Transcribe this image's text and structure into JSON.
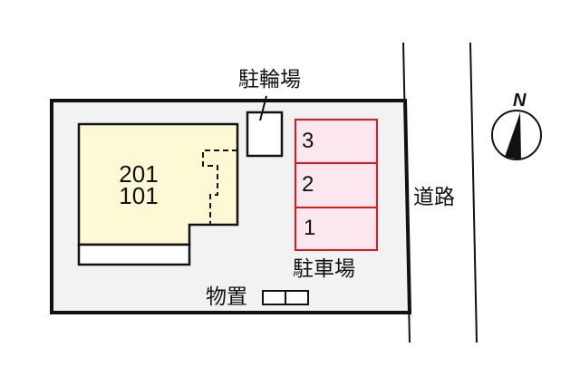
{
  "site_plan": {
    "building": {
      "units": [
        "201",
        "101"
      ],
      "fill_color": "#fdf9d4"
    },
    "bicycle_parking": {
      "label": "駐輪場"
    },
    "parking": {
      "label": "駐車場",
      "slots": [
        "3",
        "2",
        "1"
      ],
      "border_color": "#e8161b",
      "fill_color": "#fce7ee"
    },
    "storage": {
      "label": "物置",
      "boxes": 2
    },
    "road": {
      "label": "道路"
    },
    "compass": {
      "label": "N"
    },
    "lot_fill_color": "#f2f2f2"
  }
}
